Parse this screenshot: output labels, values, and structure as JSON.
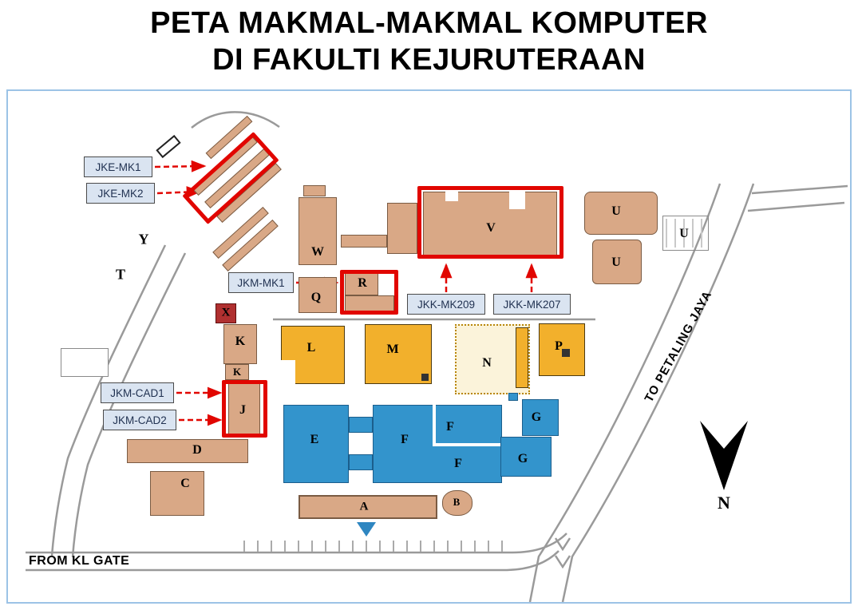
{
  "title": {
    "line1": "PETA MAKMAL-MAKMAL KOMPUTER",
    "line2": "DI FAKULTI KEJURUTERAAN"
  },
  "labels": {
    "jke_mk1": "JKE-MK1",
    "jke_mk2": "JKE-MK2",
    "jkm_mk1": "JKM-MK1",
    "jkk_mk209": "JKK-MK209",
    "jkk_mk207": "JKK-MK207",
    "jkm_cad1": "JKM-CAD1",
    "jkm_cad2": "JKM-CAD2"
  },
  "buildings": {
    "y": "Y",
    "t": "T",
    "w": "W",
    "q": "Q",
    "r": "R",
    "v": "V",
    "u1": "U",
    "u2": "U",
    "u3": "U",
    "x": "X",
    "k1": "K",
    "k2": "K",
    "l": "L",
    "m": "M",
    "n": "N",
    "p": "P",
    "j": "J",
    "d": "D",
    "c": "C",
    "e": "E",
    "f1": "F",
    "f2": "F",
    "f3": "F",
    "g1": "G",
    "g2": "G",
    "a": "A",
    "b": "B"
  },
  "captions": {
    "to_petaling_jaya": "TO PETALING JAYA",
    "from_kl_gate": "FROM KL GATE",
    "north": "N"
  },
  "colors": {
    "highlight_red": "#e10600",
    "building_tan": "#d9a886",
    "building_yellow": "#f2b02c",
    "building_blue": "#3394cc",
    "label_box_bg": "#dae4f1",
    "panel_border": "#9cc3e6"
  }
}
